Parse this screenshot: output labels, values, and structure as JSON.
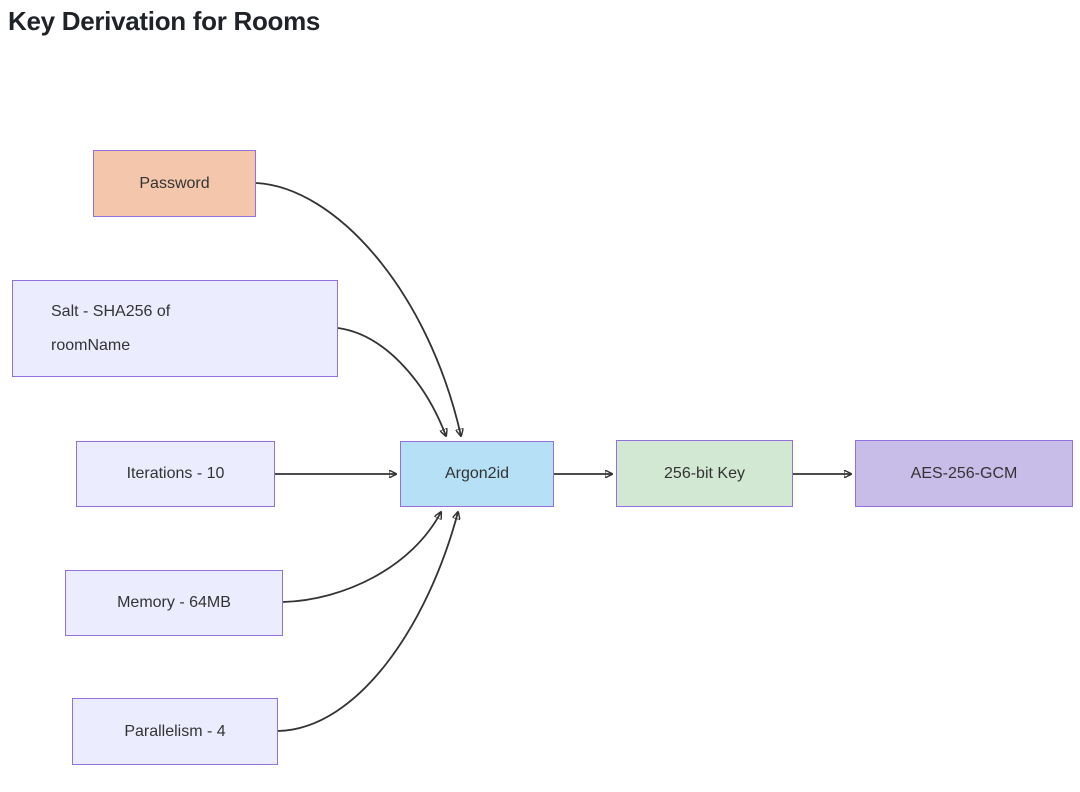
{
  "title": "Key Derivation for Rooms",
  "diagram": {
    "type": "flowchart",
    "direction": "left-to-right",
    "nodes": {
      "password": {
        "label": "Password",
        "fill": "#F4C7AC",
        "border": "#9370DB"
      },
      "salt": {
        "label": "Salt - SHA256 of roomName",
        "line1": "Salt - SHA256 of",
        "line2": "roomName",
        "fill": "#ECECFF",
        "border": "#9370DB"
      },
      "iterations": {
        "label": "Iterations - 10",
        "fill": "#ECECFF",
        "border": "#9370DB"
      },
      "memory": {
        "label": "Memory - 64MB",
        "fill": "#ECECFF",
        "border": "#9370DB"
      },
      "parallelism": {
        "label": "Parallelism - 4",
        "fill": "#ECECFF",
        "border": "#9370DB"
      },
      "argon2id": {
        "label": "Argon2id",
        "fill": "#B5E0F5",
        "border": "#9370DB"
      },
      "key": {
        "label": "256-bit Key",
        "fill": "#D2E8D2",
        "border": "#9370DB"
      },
      "aes": {
        "label": "AES-256-GCM",
        "fill": "#C8BCE8",
        "border": "#9370DB"
      }
    },
    "edges": [
      {
        "from": "Password",
        "to": "Argon2id"
      },
      {
        "from": "Salt - SHA256 of roomName",
        "to": "Argon2id"
      },
      {
        "from": "Iterations - 10",
        "to": "Argon2id"
      },
      {
        "from": "Memory - 64MB",
        "to": "Argon2id"
      },
      {
        "from": "Parallelism - 4",
        "to": "Argon2id"
      },
      {
        "from": "Argon2id",
        "to": "256-bit Key"
      },
      {
        "from": "256-bit Key",
        "to": "AES-256-GCM"
      }
    ],
    "edge_color": "#333333",
    "text_color": "#333333"
  }
}
